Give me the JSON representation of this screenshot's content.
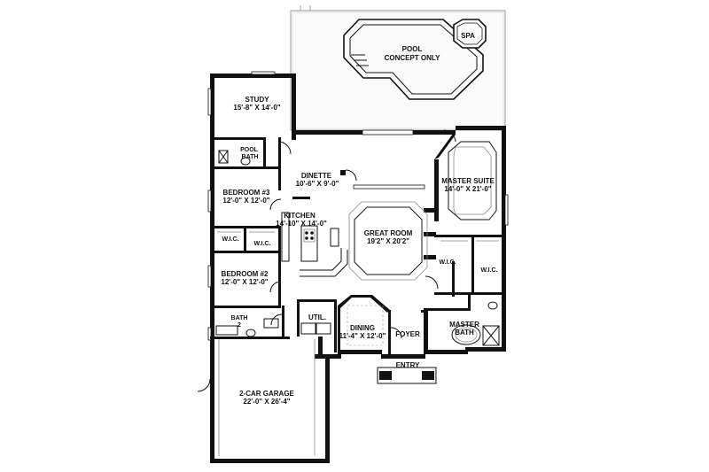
{
  "rooms": {
    "pool": {
      "name": "POOL",
      "sub": "CONCEPT ONLY"
    },
    "spa": {
      "name": "SPA"
    },
    "study": {
      "name": "STUDY",
      "dim": "15'-8\" X 14'-0\""
    },
    "pool_bath": {
      "name": "POOL",
      "sub": "BATH"
    },
    "dinette": {
      "name": "DINETTE",
      "dim": "10'-6\" X 9'-0\""
    },
    "master_suite": {
      "name": "MASTER SUITE",
      "dim": "14'-0\" X 21'-0\""
    },
    "bedroom3": {
      "name": "BEDROOM #3",
      "dim": "12'-0\" X 12'-0\""
    },
    "kitchen": {
      "name": "KITCHEN",
      "dim": "14'-10\" X 14'-0\""
    },
    "great_room": {
      "name": "GREAT ROOM",
      "dim": "19'2\" X 20'2\""
    },
    "wic1": {
      "name": "W.I.C."
    },
    "wic2": {
      "name": "W.I.C."
    },
    "wic3": {
      "name": "W.I.C."
    },
    "wic4": {
      "name": "W.I.C."
    },
    "bedroom2": {
      "name": "BEDROOM #2",
      "dim": "12'-0\" X 12'-0\""
    },
    "bath2": {
      "name": "BATH",
      "sub": "2"
    },
    "util": {
      "name": "UTIL."
    },
    "dining": {
      "name": "DINING",
      "dim": "11'-4\" X 12'-0\""
    },
    "foyer": {
      "name": "FOYER"
    },
    "master_bath": {
      "name": "MASTER",
      "sub": "BATH"
    },
    "entry": {
      "name": "ENTRY"
    },
    "garage": {
      "name": "2-CAR GARAGE",
      "dim": "22'-0\" X 26'-4\""
    }
  }
}
